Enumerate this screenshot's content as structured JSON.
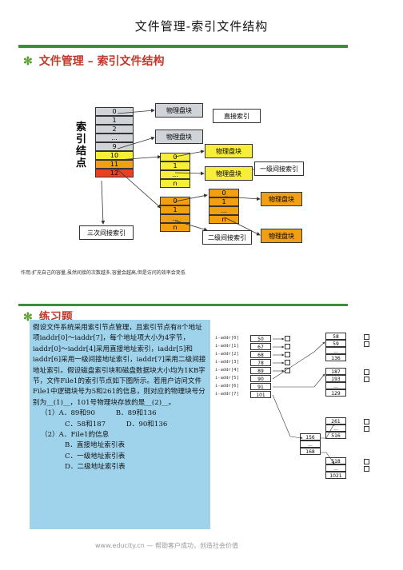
{
  "page_title": "文件管理-索引文件结构",
  "slide1": {
    "title": "文件管理 – 索引文件结构",
    "index_label": "索引结点",
    "index_cells": [
      "0",
      "1",
      "2",
      "...",
      "9",
      "10",
      "11",
      "12"
    ],
    "phys_block": "物理盘块",
    "direct_index": "直接索引",
    "level1": "一级间接索引",
    "level2": "二级间接索引",
    "level3": "三次间接索引",
    "mid_cells": [
      "0",
      "1",
      "...",
      "n"
    ]
  },
  "caption": "作用:扩充自己的容量,虽然间接的次数越多,容量会越高,但是访问的效率会变低",
  "slide2": {
    "title": "练习题",
    "problem": "假设文件系统采用索引节点管理，且索引节点有8个地址项iaddr[0]～iaddr[7]，每个地址项大小为4字节，iaddr[0]～iaddr[4]采用直接地址索引，iaddr[5]和iaddr[6]采用一级间接地址索引，iaddr[7]采用二级间接地址索引。假设磁盘索引块和磁盘数据块大小均为1KB字节，文件File1的索引节点如下图所示。若用户访问文件File1中逻辑块号为5和261的信息，则对应的物理块号分别为__(1)__，101号物理块存放的是__(2)__。",
    "q1": "（1）A．89和90　　　B．89和136",
    "q1b": "C．58和187　　　D．90和136",
    "q2": "（2）A．File1的信息",
    "q2b": "B．直接地址索引表",
    "q2c": "C．一级地址索引表",
    "q2d": "D．二级地址索引表",
    "footer": "www.educity.cn — 帮助客户成功，创造社会价值",
    "iaddr": [
      "i-addr[0]",
      "i-addr[1]",
      "i-addr[2]",
      "i-addr[3]",
      "i-addr[4]",
      "i-addr[5]",
      "i-addr[6]",
      "i-addr[7]"
    ],
    "iaddr_vals": [
      "50",
      "67",
      "68",
      "78",
      "89",
      "90",
      "91",
      "101"
    ],
    "col2": [
      "156",
      "...",
      "168"
    ],
    "col3a": [
      "58",
      "59",
      "...",
      "136"
    ],
    "col3b": [
      "187",
      "193",
      "...",
      "129"
    ],
    "col3c": [
      "261",
      "...",
      "516"
    ],
    "col3d": [
      "518",
      "...",
      "1021"
    ]
  }
}
